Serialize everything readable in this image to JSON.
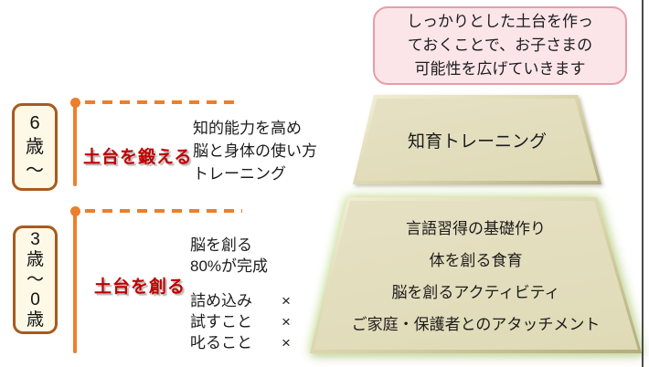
{
  "note_box": {
    "lines": [
      "しっかりとした土台を作っ",
      "ておくことで、お子さまの",
      "可能性を広げていきます"
    ]
  },
  "timeline": {
    "stage_older": {
      "age_label_lines": [
        "6",
        "歳",
        "〜"
      ],
      "phase_label": "土台を鍛える",
      "description_lines": [
        "知的能力を高め",
        "脳と身体の使い方",
        "トレーニング"
      ],
      "trapezoid_label": "知育トレーニング"
    },
    "stage_younger": {
      "age_label_lines": [
        "3",
        "歳",
        "〜",
        "0",
        "歳"
      ],
      "phase_label": "土台を創る",
      "description_lines": [
        "脳を創る",
        "80%が完成"
      ],
      "dont_items": [
        {
          "label": "詰め込み",
          "mark": "×"
        },
        {
          "label": "試すこと",
          "mark": "×"
        },
        {
          "label": "叱ること",
          "mark": "×"
        }
      ],
      "trapezoid_lines": [
        "言語習得の基礎作り",
        "体を創る食育",
        "脳を創るアクティビティ",
        "ご家庭・保護者とのアタッチメント"
      ]
    }
  },
  "colors": {
    "accent_orange": "#EC7F2B",
    "label_red": "#C00000",
    "pink_fill": "#FBE5E9",
    "pink_border": "#E79DA8",
    "cream_fill": "#FDF9E6",
    "brown_border": "#A85A1E",
    "trapezoid_fill": "#DFDAB6",
    "glow_green": "#BEE082",
    "slide_edge_gray": "#4B4B4B"
  }
}
